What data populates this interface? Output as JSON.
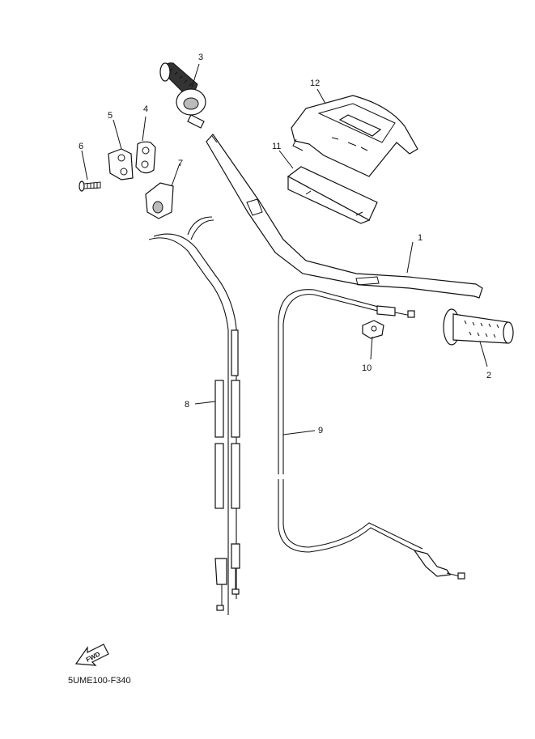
{
  "diagram": {
    "callouts": [
      {
        "id": "1",
        "text": "1"
      },
      {
        "id": "2",
        "text": "2"
      },
      {
        "id": "3",
        "text": "3"
      },
      {
        "id": "4",
        "text": "4"
      },
      {
        "id": "5",
        "text": "5"
      },
      {
        "id": "6",
        "text": "6"
      },
      {
        "id": "7",
        "text": "7"
      },
      {
        "id": "8",
        "text": "8"
      },
      {
        "id": "9",
        "text": "9"
      },
      {
        "id": "10",
        "text": "10"
      },
      {
        "id": "11",
        "text": "11"
      },
      {
        "id": "12",
        "text": "12"
      }
    ],
    "fwd_label": "FWD",
    "code": "5UME100-F340"
  }
}
